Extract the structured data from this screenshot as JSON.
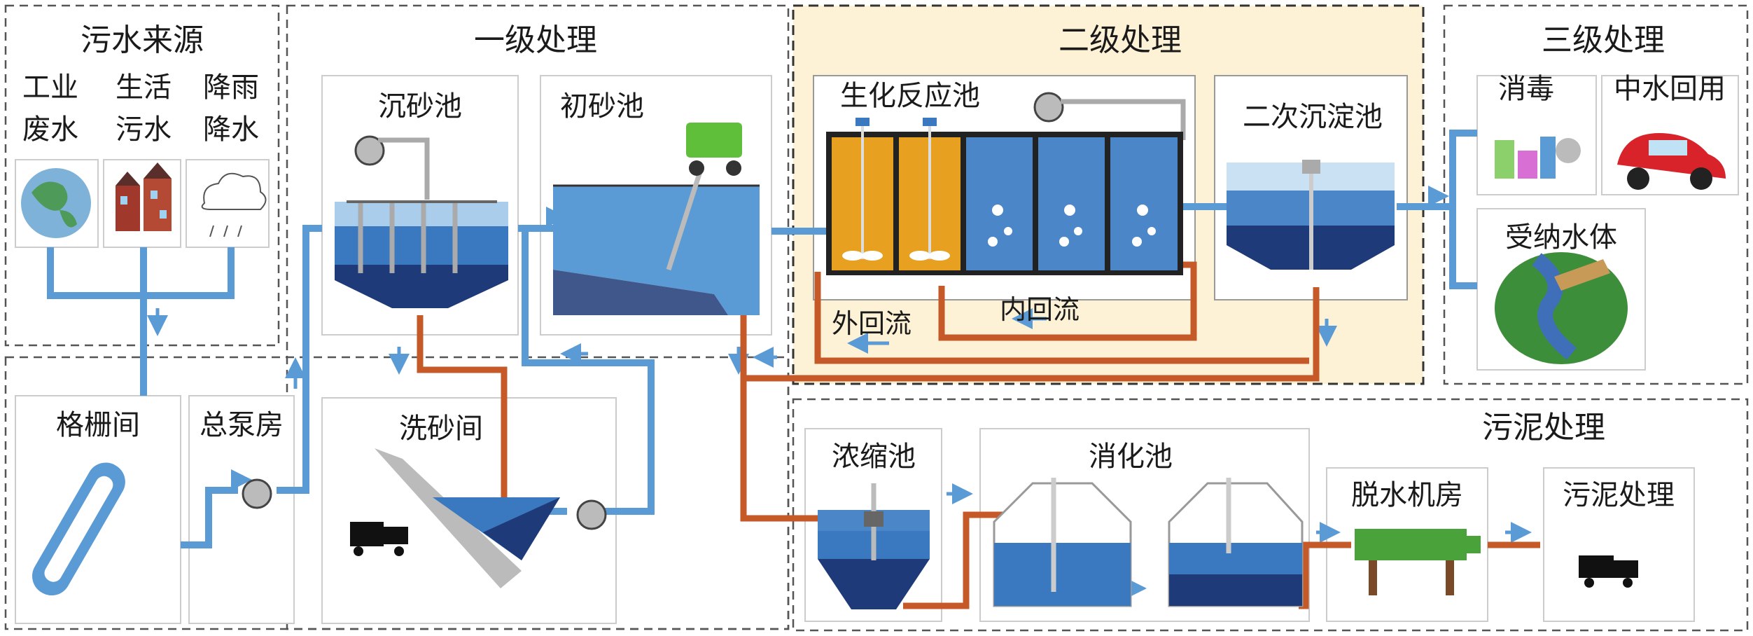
{
  "sections": {
    "source": "污水来源",
    "primary": "一级处理",
    "secondary": "二级处理",
    "tertiary": "三级处理",
    "sludge": "污泥处理"
  },
  "sources": [
    {
      "line1": "工业",
      "line2": "废水"
    },
    {
      "line1": "生活",
      "line2": "污水"
    },
    {
      "line1": "降雨",
      "line2": "降水"
    }
  ],
  "units": {
    "grille": "格栅间",
    "pump_house": "总泵房",
    "grit_chamber": "沉砂池",
    "primary_tank": "初砂池",
    "sand_wash": "洗砂间",
    "bioreactor": "生化反应池",
    "secondary_clarifier": "二次沉淀池",
    "disinfection": "消毒",
    "reuse": "中水回用",
    "receiving_water": "受纳水体",
    "thickener": "浓缩池",
    "digester": "消化池",
    "dewatering": "脱水机房",
    "sludge_disposal": "污泥处理"
  },
  "flows": {
    "external_recycle": "外回流",
    "internal_recycle": "内回流"
  },
  "colors": {
    "water_pipe": "#5b9bd5",
    "sludge_pipe": "#c55a28",
    "secondary_bg": "#fdf1d6",
    "tank_light": "#4a86c8",
    "tank_dark": "#1f3a78",
    "bio_orange": "#e8a020"
  }
}
